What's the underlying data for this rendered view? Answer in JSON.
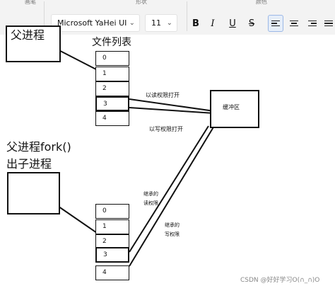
{
  "toolbar": {
    "sections": [
      "画笔",
      "形状",
      "颜色"
    ],
    "font_family": "Microsoft YaHei UI",
    "font_size": "11",
    "bold": "B",
    "italic": "I",
    "underline": "U",
    "strike": "S"
  },
  "diagram": {
    "parent_label": "父进程",
    "file_list_title": "文件列表",
    "parent_files": [
      "0",
      "1",
      "2",
      "3",
      "4"
    ],
    "buffer_label": "缓冲区",
    "read_open_label": "以读权限打开",
    "write_open_label": "以写权限打开",
    "fork_line1": "父进程fork()",
    "fork_line2": "出子进程",
    "child_files": [
      "0",
      "1",
      "2",
      "3",
      "4"
    ],
    "inherit_read": [
      "继承的",
      "读权限"
    ],
    "inherit_write": [
      "继承的",
      "写权限"
    ]
  },
  "watermark": "CSDN @好好学习O(∩_∩)O"
}
